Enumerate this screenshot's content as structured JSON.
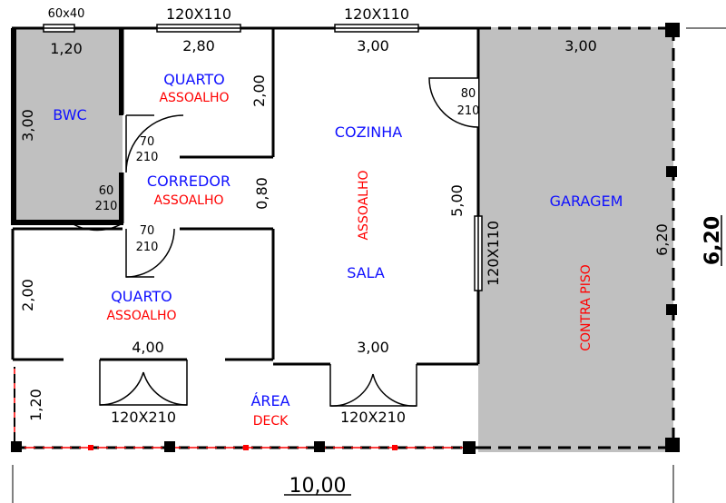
{
  "colors": {
    "room_label": "#1010ff",
    "floor_label": "#ff0000",
    "wall": "#000000",
    "shaded_area": "#c0c0c0",
    "deck_line": "#ff0000"
  },
  "windows": {
    "bwc": "60x40",
    "quarto_top": "120X110",
    "cozinha_top": "120X110",
    "sala_side": "120X110"
  },
  "dimensions": {
    "bwc_width": "1,20",
    "bwc_height": "3,00",
    "quarto_top_width": "2,80",
    "quarto_top_height": "2,00",
    "cozinha_width": "3,00",
    "garagem_width": "3,00",
    "corredor_width": "0,80",
    "sala_height": "5,00",
    "garagem_height": "6,20",
    "total_height": "6,20",
    "quarto_bottom_height": "2,00",
    "quarto_bottom_width": "4,00",
    "sala_width": "3,00",
    "area_height": "1,20",
    "total_width": "10,00"
  },
  "doors": {
    "cozinha_ext_w": "80",
    "cozinha_ext_h": "210",
    "quarto_top_w": "70",
    "quarto_top_h": "210",
    "bwc_w": "60",
    "bwc_h": "210",
    "quarto_bottom_w": "70",
    "quarto_bottom_h": "210",
    "quarto_ext": "120X210",
    "sala_ext": "120X210"
  },
  "rooms": {
    "bwc": "BWC",
    "quarto_top": "QUARTO",
    "quarto_top_floor": "ASSOALHO",
    "corredor": "CORREDOR",
    "corredor_floor": "ASSOALHO",
    "cozinha": "COZINHA",
    "cozinha_sala_floor": "ASSOALHO",
    "sala": "SALA",
    "quarto_bottom": "QUARTO",
    "quarto_bottom_floor": "ASSOALHO",
    "area": "ÁREA",
    "area_floor": "DECK",
    "garagem": "GARAGEM",
    "garagem_floor": "CONTRA PISO"
  }
}
